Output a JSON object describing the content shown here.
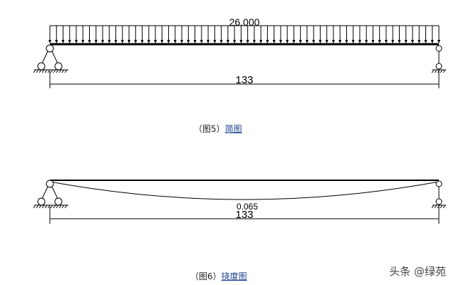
{
  "figure5": {
    "load_label": "26.000",
    "span_label": "133",
    "caption_prefix": "（图5）",
    "caption_link": "简图"
  },
  "figure6": {
    "deflection_label": "0.065",
    "span_label": "133",
    "caption_prefix": "（图6）",
    "caption_link": "挠度图"
  },
  "watermark": "头条 @绿苑",
  "colors": {
    "line": "#000000",
    "link": "#1a3e8c"
  }
}
